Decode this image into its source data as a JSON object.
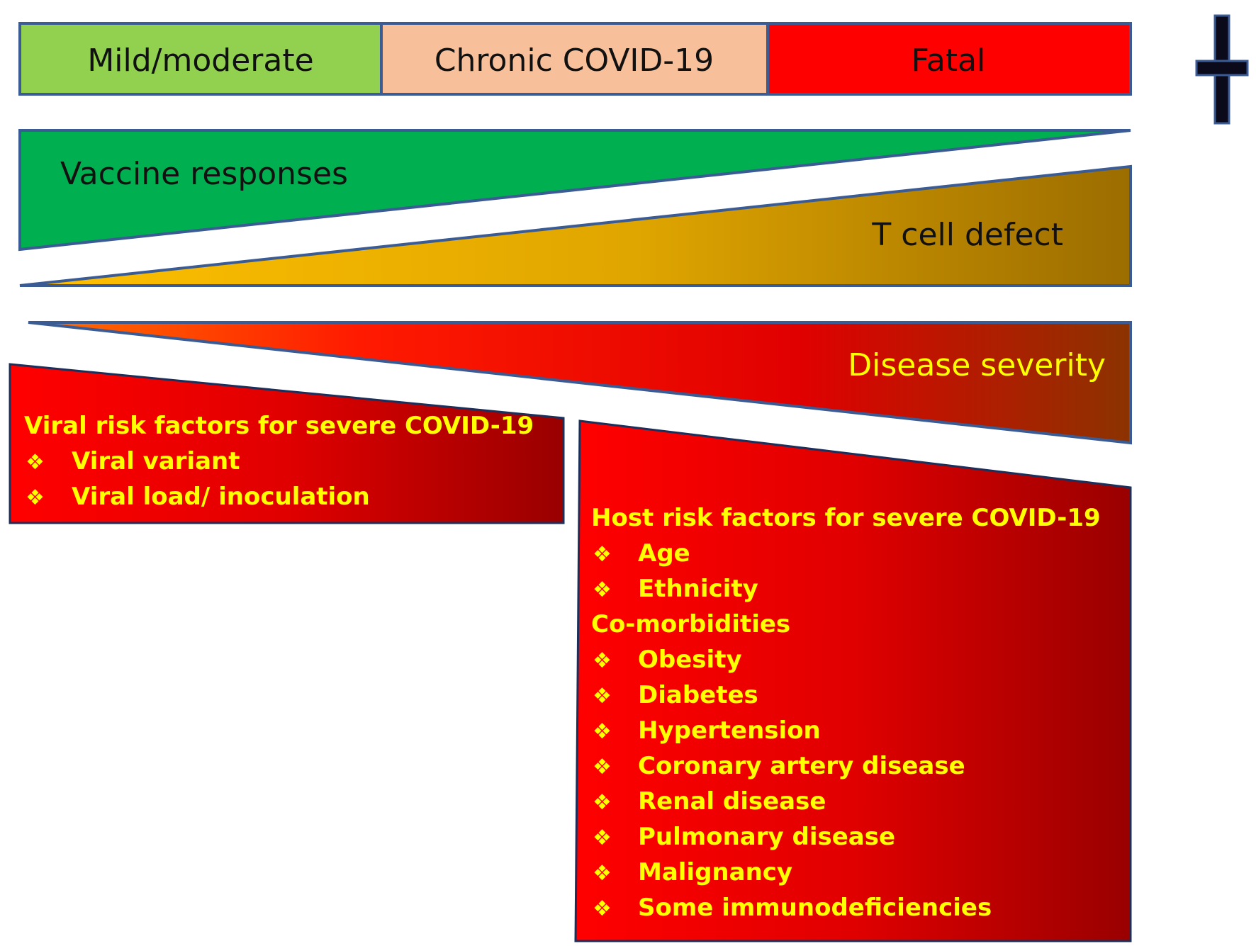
{
  "stages": {
    "mild": "Mild/moderate",
    "chronic": "Chronic COVID-19",
    "fatal": "Fatal"
  },
  "wedges": {
    "vaccine": "Vaccine responses",
    "tcell": "T cell defect",
    "severity": "Disease severity"
  },
  "viral": {
    "title": "Viral risk factors for severe COVID-19",
    "items": [
      "Viral variant",
      "Viral load/ inoculation"
    ]
  },
  "host": {
    "title": "Host risk factors for severe COVID-19",
    "items": [
      "Age",
      "Ethnicity"
    ],
    "comorbidities_heading": "Co-morbidities",
    "comorbidities": [
      "Obesity",
      "Diabetes",
      "Hypertension",
      "Coronary artery disease",
      "Renal disease",
      "Pulmonary disease",
      "Malignancy",
      "Some immunodeficiencies"
    ]
  },
  "bullet_glyph": "❖",
  "icons": {
    "death": "cross-icon"
  },
  "colors": {
    "mild": "#92d050",
    "chronic": "#f8c09a",
    "fatal": "#ff0000",
    "vaccine": "#00b050",
    "tcell_start": "#ffc000",
    "tcell_end": "#9c6d00",
    "severity_start": "#ff6000",
    "severity_end": "#8b3000",
    "box_start": "#ff0000",
    "box_end": "#990000",
    "label_yellow": "#ffff00",
    "outline": "#3b5b94"
  }
}
